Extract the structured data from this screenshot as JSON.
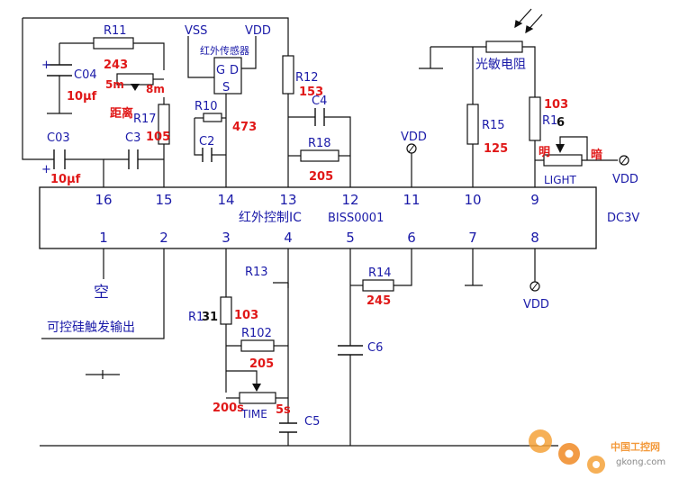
{
  "ic": {
    "name": "红外控制IC",
    "model": "BISS0001",
    "supply": "DC3V",
    "top_pins": [
      "16",
      "15",
      "14",
      "13",
      "12",
      "11",
      "10",
      "9"
    ],
    "bottom_pins": [
      "1",
      "2",
      "3",
      "4",
      "5",
      "6",
      "7",
      "8"
    ]
  },
  "power": {
    "vss": "VSS",
    "vdd": "VDD"
  },
  "sensor": {
    "label": "红外传感器",
    "g": "G",
    "d": "D",
    "s": "S"
  },
  "photo": {
    "label": "光敏电阻"
  },
  "parts": {
    "r11": {
      "name": "R11",
      "value": "243"
    },
    "c04": {
      "name": "C04",
      "value": "10μf"
    },
    "r17": {
      "name": "R17",
      "value": "105",
      "range_min": "5m",
      "range_max": "8m",
      "note": "距离"
    },
    "c03": {
      "name": "C03",
      "value": "10μf"
    },
    "c3": {
      "name": "C3"
    },
    "r10": {
      "name": "R10",
      "value": "473"
    },
    "c2": {
      "name": "C2"
    },
    "r12": {
      "name": "R12",
      "value": "153"
    },
    "c4": {
      "name": "C4"
    },
    "r18": {
      "name": "R18",
      "value": "205"
    },
    "r15": {
      "name": "R15",
      "value": "125"
    },
    "r16": {
      "name_prefix": "R1",
      "name_suffix": "6",
      "value": "103"
    },
    "light": {
      "name": "LIGHT",
      "bright": "明",
      "dark": "暗"
    },
    "r13": {
      "name": "R13"
    },
    "r131": {
      "name_prefix": "R1",
      "name_suffix": "31",
      "value": "103"
    },
    "r102": {
      "name": "R102",
      "value": "205"
    },
    "time": {
      "name": "TIME",
      "min": "200s",
      "max": "5s"
    },
    "c5": {
      "name": "C5"
    },
    "r14": {
      "name": "R14",
      "value": "245"
    },
    "c6": {
      "name": "C6"
    }
  },
  "labels": {
    "empty": "空",
    "output": "可控硅触发输出"
  },
  "watermark": {
    "site_top": "中国工控网",
    "site_bottom": "gkong.com"
  }
}
